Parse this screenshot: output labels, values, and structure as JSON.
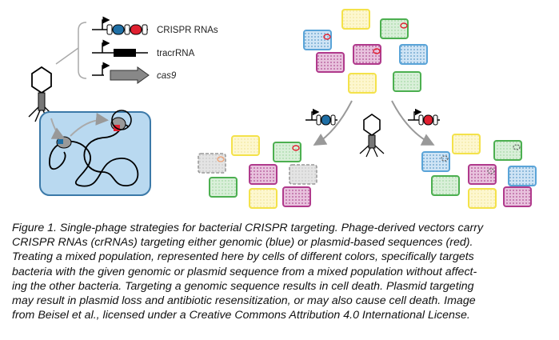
{
  "labels": {
    "crispr_rnas": "CRISPR RNAs",
    "tracrrna": "tracrRNA",
    "cas9": "cas9"
  },
  "caption": {
    "lines": [
      "Figure 1. Single-phage strategies for bacterial CRISPR targeting. Phage-derived vectors carry",
      "CRISPR RNAs (crRNAs) targeting either genomic (blue) or plasmid-based sequences (red).",
      "Treating a mixed population, represented here by cells of different colors, specifically targets",
      "bacteria with the given genomic or plasmid sequence from a mixed population without affect-",
      "ing the other bacteria. Targeting a genomic sequence results in cell death. Plasmid targeting",
      "may result in plasmid loss and antibiotic resensitization, or may also cause cell death. Image",
      "from Beisel et al., licensed under a Creative Commons Attribution 4.0 International License."
    ]
  },
  "colors": {
    "genomic_target": "#1f6fa5",
    "plasmid_target": "#e02030",
    "cell_yellow": "#f4e24a",
    "cell_green": "#4caf50",
    "cell_magenta": "#b03a8c",
    "cell_blue": "#5aa4d8",
    "host_cell": "#b9d9f0"
  }
}
